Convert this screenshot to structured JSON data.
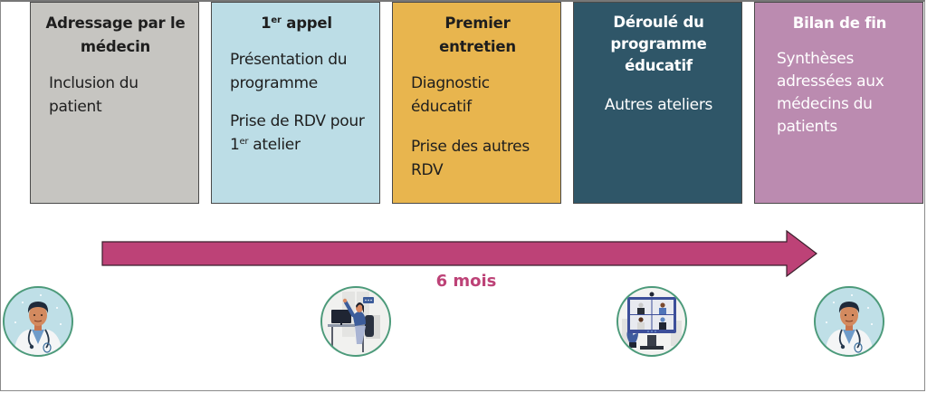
{
  "diagram": {
    "type": "timeline",
    "steps": [
      {
        "title": "Adressage par le médecin",
        "body": [
          "Inclusion du patient"
        ],
        "color": "#c6c5c1"
      },
      {
        "title_prefix": "1",
        "title_sup": "er",
        "title_rest": " appel",
        "body": [
          "Présentation du programme",
          {
            "text_before": "Prise de RDV pour 1",
            "sup": "er",
            "text_after": " atelier"
          }
        ],
        "color": "#bcdde6"
      },
      {
        "title": "Premier entretien",
        "body": [
          "Diagnostic éducatif",
          "Prise des autres RDV"
        ],
        "color": "#e8b54e"
      },
      {
        "title": "Déroulé du programme éducatif",
        "body": [
          "Autres ateliers"
        ],
        "color": "#2f5668"
      },
      {
        "title": "Bilan de fin",
        "body": [
          "Synthèses adressées aux médecins du patients"
        ],
        "color": "#bb8bb0"
      }
    ],
    "arrow": {
      "label": "6 mois",
      "color": "#bd4277"
    },
    "illustrations": [
      {
        "icon": "doctor-icon",
        "description": "doctor with stethoscope"
      },
      {
        "icon": "phone-call-icon",
        "description": "woman on headset call at desk"
      },
      {
        "icon": "video-conference-icon",
        "description": "video conference screen with four participants"
      },
      {
        "icon": "doctor-icon",
        "description": "doctor with stethoscope"
      }
    ]
  }
}
